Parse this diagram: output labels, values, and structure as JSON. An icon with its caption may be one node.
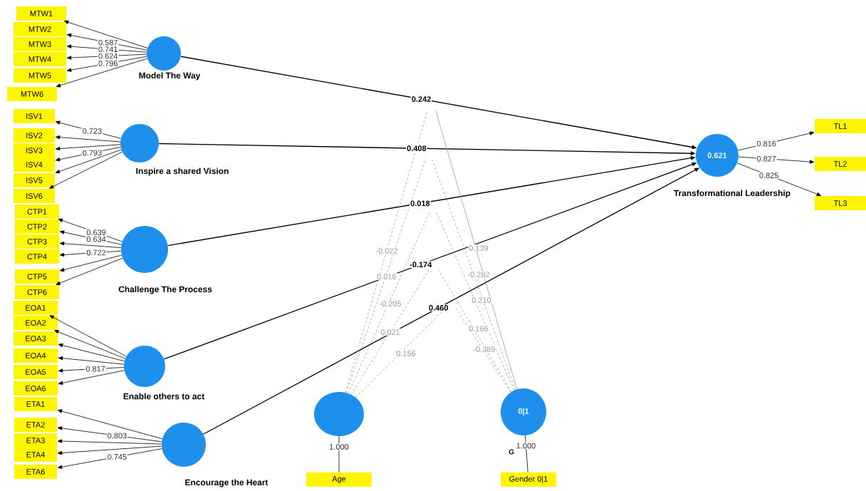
{
  "diagram": {
    "nodes": [
      {
        "text": [
          "MTW1"
        ]
      },
      {
        "text": [
          "MTW2"
        ]
      },
      {
        "text": [
          "MTW3"
        ]
      },
      {
        "text": [
          "MTW4"
        ]
      },
      {
        "text": [
          "MTW5"
        ]
      },
      {
        "text": [
          "MTW6"
        ]
      },
      {
        "text": [
          "Model The Way"
        ]
      },
      {
        "text": [
          "ISV1"
        ]
      },
      {
        "text": [
          "ISV2"
        ]
      },
      {
        "text": [
          "ISV3"
        ]
      },
      {
        "text": [
          "ISV4"
        ]
      },
      {
        "text": [
          "ISV5"
        ]
      },
      {
        "text": [
          "ISV6"
        ]
      },
      {
        "text": [
          "Inspire a shared Vision"
        ]
      },
      {
        "text": [
          "CTP1"
        ]
      },
      {
        "text": [
          "CTP2"
        ]
      },
      {
        "text": [
          "CTP3"
        ]
      },
      {
        "text": [
          "CTP4"
        ]
      },
      {
        "text": [
          "CTP5"
        ]
      },
      {
        "text": [
          "CTP6"
        ]
      },
      {
        "text": [
          "Challenge The Process"
        ]
      },
      {
        "text": [
          "EOA1"
        ]
      },
      {
        "text": [
          "EOA2"
        ]
      },
      {
        "text": [
          "EOA3"
        ]
      },
      {
        "text": [
          "EOA4"
        ]
      },
      {
        "text": [
          "EOA5"
        ]
      },
      {
        "text": [
          "EOA6"
        ]
      },
      {
        "text": [
          "Enable others to act"
        ]
      },
      {
        "text": [
          "ETA1"
        ]
      },
      {
        "text": [
          "ETA2"
        ]
      },
      {
        "text": [
          "ETA3"
        ]
      },
      {
        "text": [
          "ETA4"
        ]
      },
      {
        "text": [
          "ETA6"
        ]
      },
      {
        "text": [
          "Encourage the Heart"
        ]
      },
      {
        "text": [],
        "shape": "circle"
      },
      {
        "text": [
          "0|1"
        ]
      },
      {
        "text": [
          "Age"
        ]
      },
      {
        "text": [
          "Gender 0|1"
        ]
      },
      {
        "text": [
          "0.621",
          "Transformational Leadership"
        ]
      },
      {
        "text": [
          "TL1"
        ]
      },
      {
        "text": [
          "TL2"
        ]
      },
      {
        "text": [
          "TL3"
        ]
      }
    ],
    "edges": [
      {
        "from": 6,
        "to": 0,
        "arrow": "to"
      },
      {
        "from": 6,
        "to": 1,
        "arrow": "to",
        "label": "0.587"
      },
      {
        "from": 6,
        "to": 2,
        "arrow": "to",
        "label": "0.741"
      },
      {
        "from": 6,
        "to": 3,
        "arrow": "to",
        "label": "0.624"
      },
      {
        "from": 6,
        "to": 4,
        "arrow": "to",
        "label": "0.796"
      },
      {
        "from": 6,
        "to": 5,
        "arrow": "to"
      },
      {
        "from": 13,
        "to": 7,
        "arrow": "to",
        "label": "0.723"
      },
      {
        "from": 13,
        "to": 8,
        "arrow": "to"
      },
      {
        "from": 13,
        "to": 9,
        "arrow": "to"
      },
      {
        "from": 13,
        "to": 10,
        "arrow": "to",
        "label": "0.793"
      },
      {
        "from": 13,
        "to": 11,
        "arrow": "to"
      },
      {
        "from": 13,
        "to": 12,
        "arrow": "to"
      },
      {
        "from": 20,
        "to": 14,
        "arrow": "to",
        "label": "0.639"
      },
      {
        "from": 20,
        "to": 15,
        "arrow": "to",
        "label": "0.634"
      },
      {
        "from": 20,
        "to": 16,
        "arrow": "to"
      },
      {
        "from": 20,
        "to": 17,
        "arrow": "to",
        "label": "0.722"
      },
      {
        "from": 20,
        "to": 18,
        "arrow": "to"
      },
      {
        "from": 20,
        "to": 19,
        "arrow": "to"
      },
      {
        "from": 27,
        "to": 21,
        "arrow": "to"
      },
      {
        "from": 27,
        "to": 22,
        "arrow": "to"
      },
      {
        "from": 27,
        "to": 23,
        "arrow": "to"
      },
      {
        "from": 27,
        "to": 24,
        "arrow": "to"
      },
      {
        "from": 27,
        "to": 25,
        "arrow": "to",
        "label": "0.817"
      },
      {
        "from": 27,
        "to": 26,
        "arrow": "to"
      },
      {
        "from": 33,
        "to": 28,
        "arrow": "to"
      },
      {
        "from": 33,
        "to": 29,
        "arrow": "to",
        "label": "0.803"
      },
      {
        "from": 33,
        "to": 30,
        "arrow": "to"
      },
      {
        "from": 33,
        "to": 31,
        "arrow": "to"
      },
      {
        "from": 33,
        "to": 32,
        "arrow": "to",
        "label": "0.745"
      },
      {
        "from": 38,
        "to": 39,
        "arrow": "to",
        "label": "0.816"
      },
      {
        "from": 38,
        "to": 40,
        "arrow": "to",
        "label": "0.827"
      },
      {
        "from": 38,
        "to": 41,
        "arrow": "to",
        "label": "0.825"
      },
      {
        "from": 6,
        "to": 38,
        "arrow": "to",
        "label": "0.242"
      },
      {
        "from": 13,
        "to": 38,
        "arrow": "to",
        "label": "0.408"
      },
      {
        "from": 20,
        "to": 38,
        "arrow": "to",
        "label": "0.018"
      },
      {
        "from": 27,
        "to": 38,
        "arrow": "to",
        "label": "-0.174"
      },
      {
        "from": 33,
        "to": 38,
        "arrow": "to",
        "label": "0.460"
      },
      {
        "from": 34,
        "to": 36,
        "arrow": "none",
        "label": "1.000"
      },
      {
        "from": 35,
        "to": 37,
        "arrow": "none",
        "label": "1.000"
      },
      {
        "from": 34,
        "to": null,
        "arrow": "none",
        "label": "-0.022",
        "style": "dashed",
        "color": "#999999"
      },
      {
        "from": 34,
        "to": null,
        "arrow": "none",
        "label": "0.016",
        "style": "dashed",
        "color": "#999999"
      },
      {
        "from": 34,
        "to": null,
        "arrow": "none",
        "label": "-0.205",
        "style": "dashed",
        "color": "#999999"
      },
      {
        "from": 34,
        "to": null,
        "arrow": "none",
        "label": "0.021",
        "style": "dashed",
        "color": "#999999"
      },
      {
        "from": 34,
        "to": null,
        "arrow": "none",
        "label": "0.156",
        "style": "dashed",
        "color": "#999999"
      },
      {
        "from": 35,
        "to": null,
        "arrow": "none",
        "label": "0.139",
        "color": "#999999"
      },
      {
        "from": 35,
        "to": null,
        "arrow": "none",
        "label": "-0.282",
        "style": "dashed",
        "color": "#999999"
      },
      {
        "from": 35,
        "to": null,
        "arrow": "none",
        "label": "0.210",
        "style": "dashed",
        "color": "#999999"
      },
      {
        "from": 35,
        "to": null,
        "arrow": "none",
        "label": "0.166",
        "style": "dashed",
        "color": "#999999"
      },
      {
        "from": 35,
        "to": null,
        "arrow": "none",
        "label": "-0.389",
        "style": "dashed",
        "color": "#999999"
      }
    ],
    "labels": [
      "G"
    ]
  }
}
